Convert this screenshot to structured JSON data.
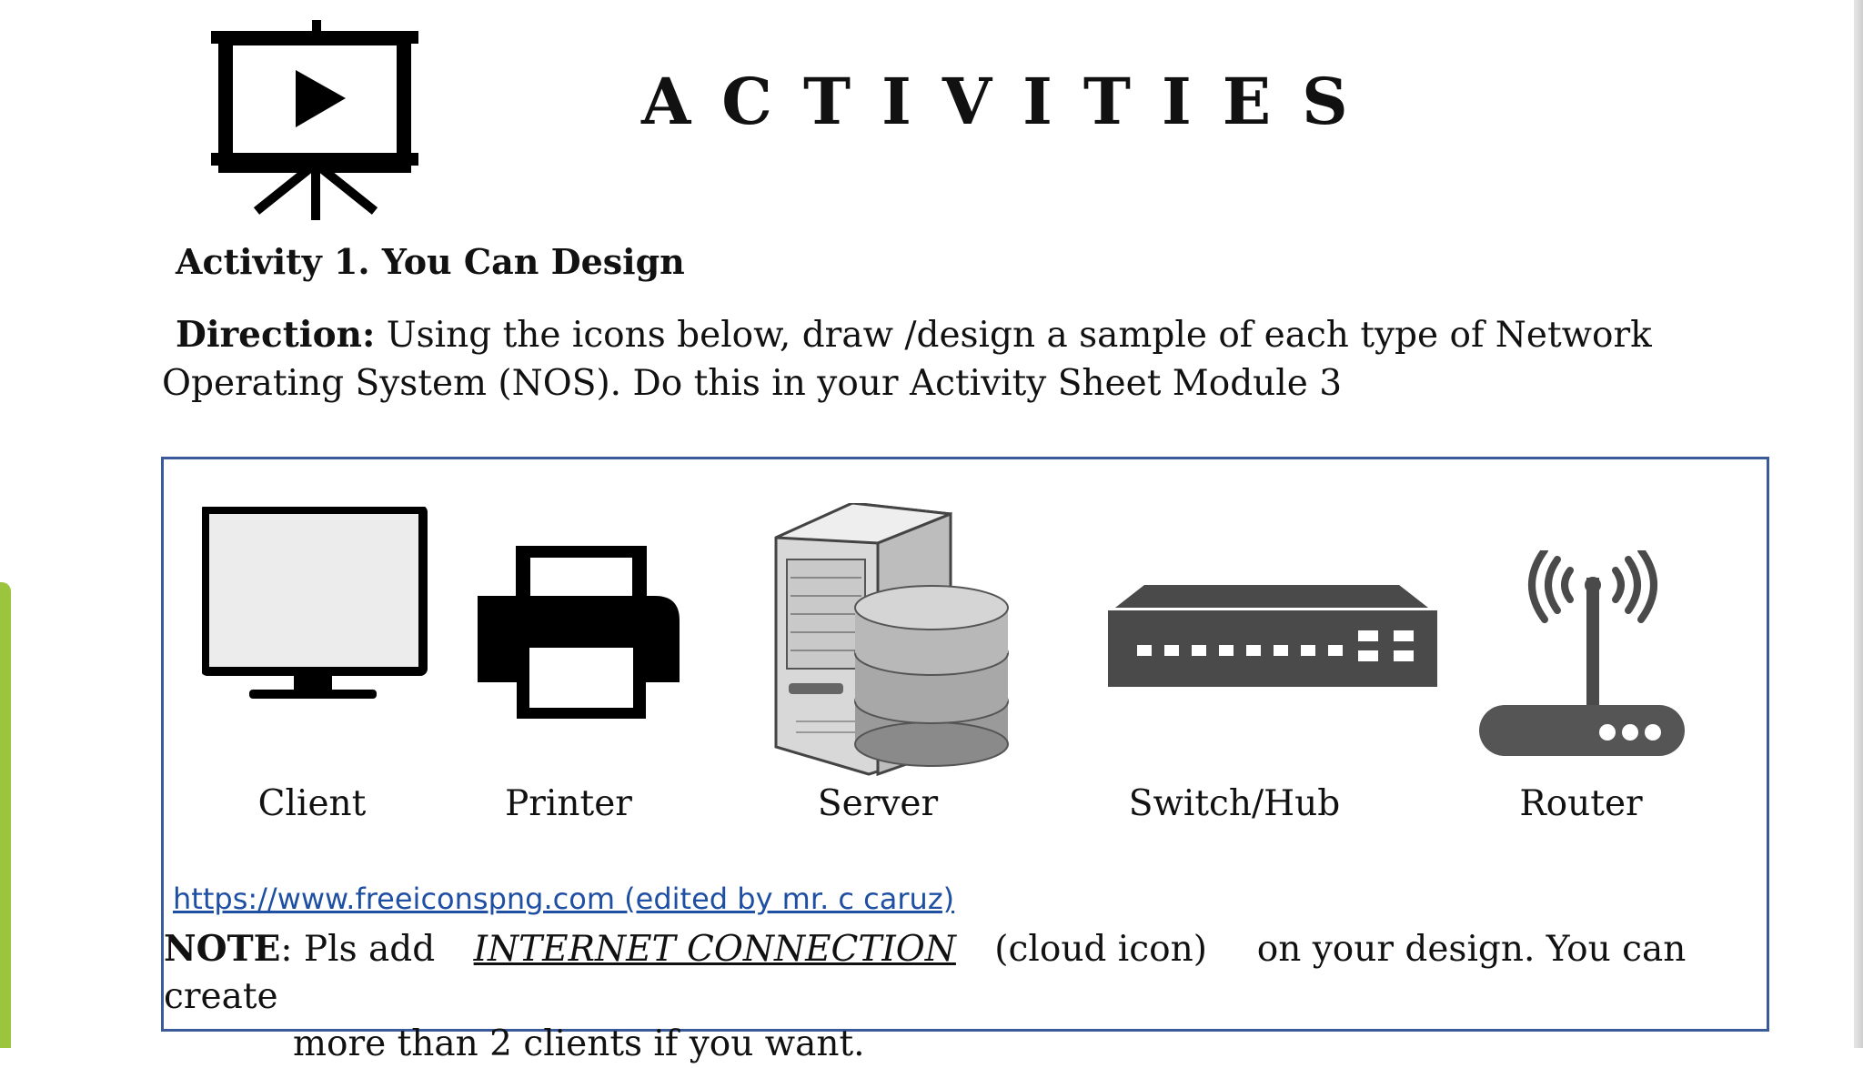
{
  "page": {
    "title": "ACTIVITIES",
    "heading": "Activity 1. You Can Design",
    "direction_label": "Direction:",
    "direction_text": " Using the icons below, draw /design a sample of each type of Network Operating System (NOS). Do this in your Activity Sheet Module 3"
  },
  "devices": [
    {
      "label": "Client",
      "icon": "monitor-icon"
    },
    {
      "label": "Printer",
      "icon": "printer-icon"
    },
    {
      "label": "Server",
      "icon": "server-icon"
    },
    {
      "label": "Switch/Hub",
      "icon": "switch-icon"
    },
    {
      "label": "Router",
      "icon": "router-icon"
    }
  ],
  "source_link": "https://www.freeiconspng.com (edited by mr. c caruz)",
  "note": {
    "label": "NOTE",
    "sep": ": Pls add ",
    "emphasis": "INTERNET CONNECTION",
    "after_emphasis": " (cloud icon) ",
    "rest_line1": " on your design. You can create",
    "line2": "more than 2 clients if you want."
  },
  "colors": {
    "accent": "#9bc53d",
    "box_border": "#3b5a9a",
    "link": "#1f4fa3"
  }
}
